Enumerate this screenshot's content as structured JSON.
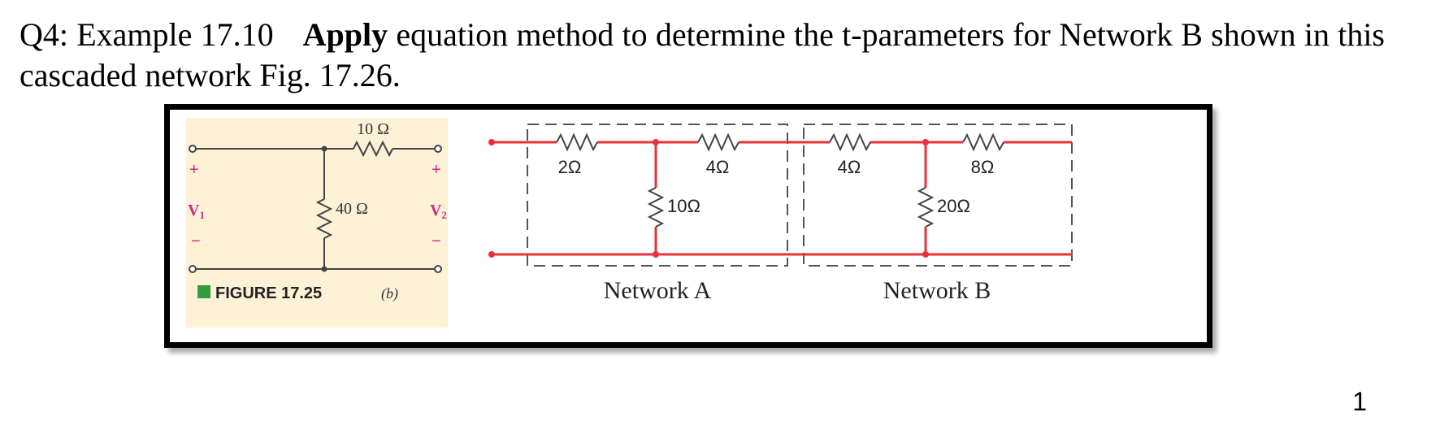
{
  "question": {
    "prefix": "Q4: Example 17.10",
    "bold": "Apply",
    "rest": " equation method to determine the t-parameters for Network B shown in this cascaded network Fig. 17.26."
  },
  "figure_left": {
    "r_series": "10 Ω",
    "r_shunt": "40 Ω",
    "v1": "V",
    "v1_sub": "1",
    "v2": "V",
    "v2_sub": "2",
    "plus": "+",
    "minus": "−",
    "caption": "FIGURE 17.25",
    "part": "(b)"
  },
  "network_a": {
    "r1": "2Ω",
    "r2": "4Ω",
    "r_shunt": "10Ω",
    "label": "Network A"
  },
  "network_b": {
    "r1": "4Ω",
    "r2": "8Ω",
    "r_shunt": "20Ω",
    "label": "Network B"
  },
  "colors": {
    "wire": "#e8323a",
    "caption_bg": "#fdf1d6",
    "caption_square": "#2e9e3e",
    "sign_color": "#d9268a"
  },
  "page_number": "1"
}
